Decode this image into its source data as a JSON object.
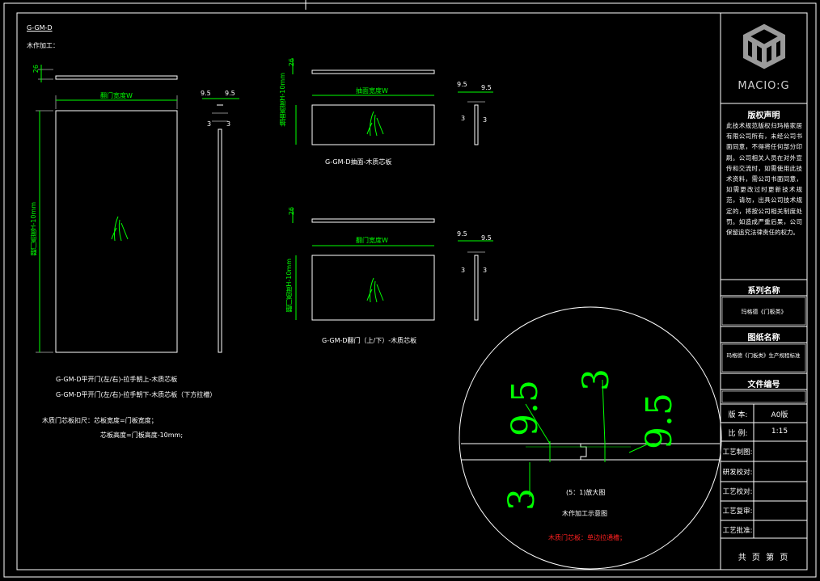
{
  "drawing": {
    "code_label": "G-GM-D",
    "process_label": "木作加工：",
    "dims": {
      "top_thickness": "26",
      "door_width": "翻门宽度W",
      "door_height": "翻门高度H-10mm",
      "drawer_width": "抽面宽度W",
      "drawer_height": "抽面高度H-10mm",
      "flip_width": "翻门宽度W",
      "flip_height": "翻门高度H-10mm",
      "dim_9_5": "9.5",
      "dim_3": "3"
    },
    "captions": {
      "drawer": "G-GM-D抽面-木质芯板",
      "flip": "G-GM-D翻门（上/下）-木质芯板",
      "hinged_1": "G-GM-D平开门(左/右)-拉手朝上-木质芯板",
      "hinged_2": "G-GM-D平开门(左/右)-拉手朝下-木质芯板（下方拉槽）"
    },
    "notes": {
      "line1": "木质门芯板扣尺：芯板宽度=门板宽度；",
      "line2": "芯板高度=门板高度-10mm;"
    },
    "detail": {
      "big_9_5_left": "9.5",
      "big_3_top": "3",
      "big_9_5_right": "9.5",
      "big_3_bottom": "3",
      "scale_caption": "(5：1)放大图",
      "process_caption": "木作加工示意图",
      "warning": "木质门芯板：单边拉通槽；"
    }
  },
  "title_block": {
    "logo_text": "MACIO:G",
    "notice_title": "版权声明",
    "notice_body": "此技术规范版权归玛格家居有限公司所有，未经公司书面同意，不得将任何部分印刷。公司相关人员在对外宣传和交流时，如需使用此技术资料，需公司书面同意，如需更改过时更新技术规范，请勿，出具公司技术规定的，将按公司相关制度处罚。如造成严重后果，公司保留追究法律责任的权力。",
    "series_label": "系列名称",
    "series_value": "玛格德《门板类》",
    "drawing_name_label": "图纸名称",
    "drawing_name_value": "玛格德《门板类》生产规程标准",
    "file_no_label": "文件编号",
    "version_label": "版 本:",
    "version_value": "A0版",
    "scale_label": "比 例:",
    "scale_value": "1:15",
    "rows": [
      "工艺制图:",
      "研发校对:",
      "工艺校对:",
      "工艺复审:",
      "工艺批准:"
    ],
    "footer": "共  页  第  页"
  },
  "colors": {
    "line": "#ffffff",
    "dim": "#00ff00",
    "warning": "#ff2020",
    "background": "#000000"
  }
}
